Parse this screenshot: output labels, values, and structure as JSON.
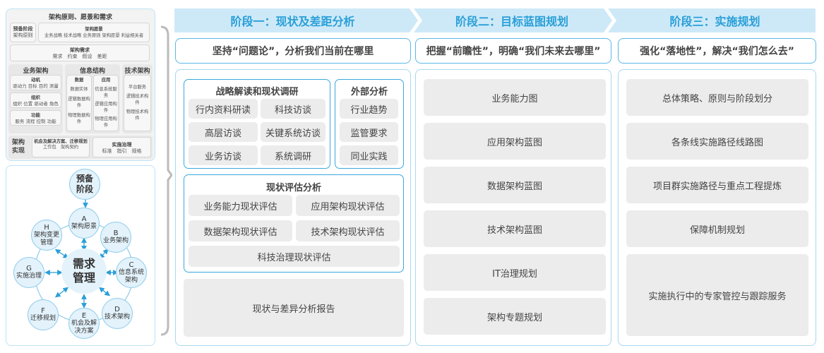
{
  "left_top": {
    "title": "架构原则、愿景和需求",
    "prelim": {
      "title": "预备阶段",
      "text": "架构原则"
    },
    "vision": {
      "title": "架构愿景",
      "text": "业务战略 技术战略 业务原则 架构愿景 利益相关者"
    },
    "requirements": {
      "title": "架构需求",
      "text": "需求　约束　假设　差距"
    },
    "business": {
      "title": "业务架构",
      "items": [
        {
          "title": "动机",
          "text": "驱动力 目标 目的 测量"
        },
        {
          "title": "组织",
          "text": "组织 位置 驱动者 角色"
        },
        {
          "title": "功能",
          "text": "服务 流程 控制 功能"
        }
      ]
    },
    "info": {
      "title": "信息结构",
      "data": {
        "title": "数据",
        "items": [
          "数据实体",
          "逻辑数据构件",
          "物理数据构件"
        ]
      },
      "app": {
        "title": "应用",
        "items": [
          "信息系统服务",
          "逻辑应用构件",
          "物理应用构件"
        ]
      }
    },
    "tech": {
      "title": "技术架构",
      "items": [
        "平台服务",
        "逻辑技术构件",
        "物理技术构件"
      ]
    },
    "realization": {
      "title": "架构实现",
      "opportunity": {
        "title": "机会及解决方案、迁移规划",
        "text": "工作包　架构契约"
      },
      "governance": {
        "title": "实施治理",
        "text": "标准　指引　规格"
      }
    }
  },
  "cycle": {
    "center": "需求管理",
    "prelim": "预备阶段",
    "phases": [
      {
        "letter": "A",
        "label": "架构愿景"
      },
      {
        "letter": "B",
        "label": "业务架构"
      },
      {
        "letter": "C",
        "label": "信息系统架构"
      },
      {
        "letter": "D",
        "label": "技术架构"
      },
      {
        "letter": "E",
        "label": "机会及解决方案"
      },
      {
        "letter": "F",
        "label": "迁移规划"
      },
      {
        "letter": "G",
        "label": "实施治理"
      },
      {
        "letter": "H",
        "label": "架构变更管理"
      }
    ]
  },
  "stages": [
    {
      "title": "阶段一：现状及差距分析",
      "subtitle": "坚持“问题论”，分析我们当前在哪里"
    },
    {
      "title": "阶段二：目标蓝图规划",
      "subtitle": "把握“前瞻性”，明确“我们未来去哪里”"
    },
    {
      "title": "阶段三：实施规划",
      "subtitle": "强化“落地性”，解决“我们怎么去”"
    }
  ],
  "stage1": {
    "strategy": {
      "title": "战略解读和现状调研",
      "items": [
        "行内资料研读",
        "科技访谈",
        "高层访谈",
        "关键系统访谈",
        "业务访谈",
        "系统调研"
      ]
    },
    "external": {
      "title": "外部分析",
      "items": [
        "行业趋势",
        "监管要求",
        "同业实践"
      ]
    },
    "assessment": {
      "title": "现状评估分析",
      "items": [
        "业务能力现状评估",
        "应用架构现状评估",
        "数据架构现状评估",
        "技术架构现状评估",
        "科技治理现状评估"
      ]
    },
    "report": "现状与差异分析报告"
  },
  "stage2": {
    "items": [
      "业务能力图",
      "应用架构蓝图",
      "数据架构蓝图",
      "技术架构蓝图",
      "IT治理规划",
      "架构专题规划"
    ]
  },
  "stage3": {
    "items": [
      "总体策略、原则与阶段划分",
      "各条线实施路径线路图",
      "项目群实施路径与重点工程提炼",
      "保障机制规划",
      "实施执行中的专家管控与跟踪服务"
    ]
  },
  "colors": {
    "accent": "#2a9fd8",
    "banner": "#cde9f8",
    "border": "#5bb8e6",
    "box": "#ececec"
  }
}
